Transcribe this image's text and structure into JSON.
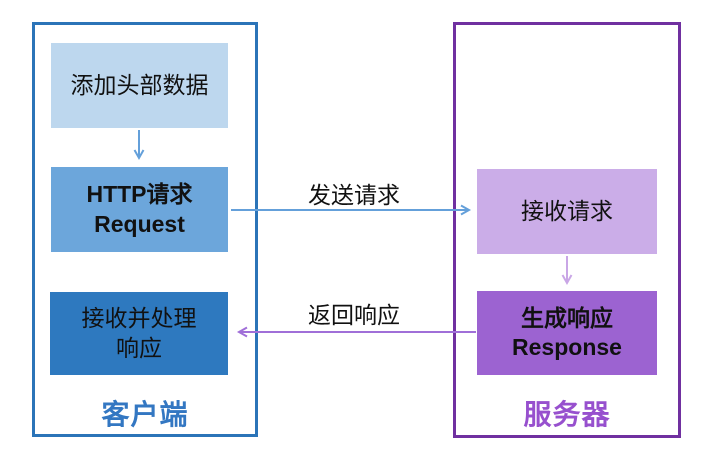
{
  "colors": {
    "client_border": "#2B74B8",
    "client_box_light": "#BDD7EE",
    "client_box_medium": "#6CA6DB",
    "client_box_dark": "#2E79BF",
    "client_label_text": "#3377C2",
    "server_border": "#7030A0",
    "server_box_light": "#CBADE8",
    "server_box_medium": "#9C63D1",
    "server_label_text": "#9750CE",
    "arrow_blue": "#64A0DA",
    "arrow_light_purple": "#C9A6E6",
    "arrow_purple": "#A06FD8",
    "box_text": "#111111"
  },
  "client": {
    "label": "客户端",
    "box_add_header": "添加头部数据",
    "box_http_request": {
      "line1": "HTTP请求",
      "line2": "Request"
    },
    "box_receive_process": {
      "line1": "接收并处理",
      "line2": "响应"
    }
  },
  "server": {
    "label": "服务器",
    "box_receive_request": "接收请求",
    "box_generate_response": {
      "line1": "生成响应",
      "line2": "Response"
    }
  },
  "arrows": {
    "send_label": "发送请求",
    "return_label": "返回响应"
  }
}
